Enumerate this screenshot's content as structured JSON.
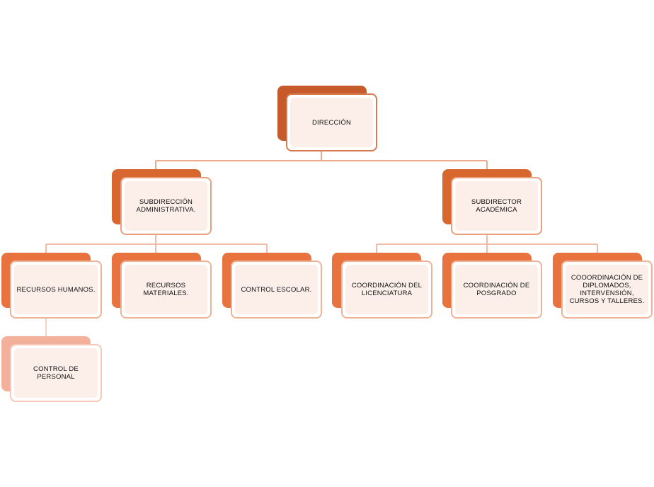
{
  "diagram": {
    "root": {
      "label": "DIRECCIÓN"
    },
    "branches": [
      {
        "label": "SUBDIRECCIÓN ADMINISTRATIVA.",
        "children": [
          {
            "label": "RECURSOS HUMANOS.",
            "children": [
              {
                "label": "CONTROL DE PERSONAL"
              }
            ]
          },
          {
            "label": "RECURSOS MATERIALES."
          },
          {
            "label": "CONTROL ESCOLAR."
          }
        ]
      },
      {
        "label": "SUBDIRECTOR ACADÉMICA",
        "children": [
          {
            "label": "COORDINACIÓN DEL LICENCIATURA"
          },
          {
            "label": "COORDINACIÓN DE POSGRADO"
          },
          {
            "label": "COOORDINACIÓN DE DIPLOMADOS, INTERVENSIÓN, CURSOS Y TALLERES."
          }
        ]
      }
    ]
  },
  "colors": {
    "level0": "#c55a2b",
    "level1": "#d8662f",
    "level2": "#e8733e",
    "level3": "#f3b09b",
    "connector": "#f0b196",
    "card_fill": "#fcefe9"
  }
}
